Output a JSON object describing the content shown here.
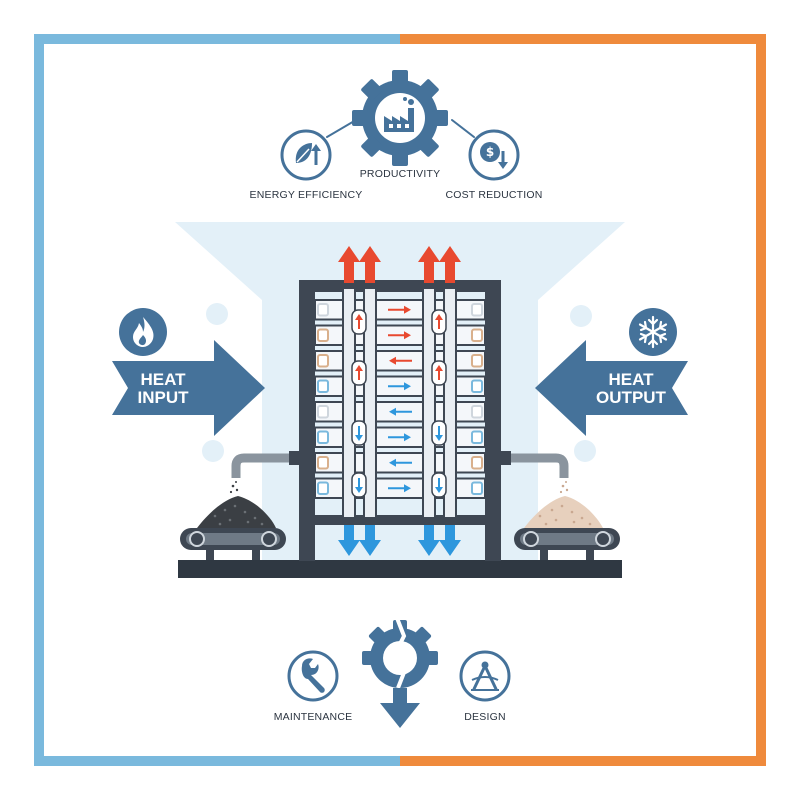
{
  "colors": {
    "left_frame": "#7ab9dd",
    "right_frame": "#ef8a3c",
    "steel_blue": "#45729a",
    "dark_steel": "#3e4753",
    "hot": "#e8492f",
    "cold": "#2e97dd",
    "funnel": "#e3f0f8"
  },
  "top_icons": {
    "energy": {
      "label": "ENERGY EFFICIENCY",
      "icon": "leaf-up-arrow-icon"
    },
    "productivity": {
      "label": "PRODUCTIVITY",
      "icon": "factory-gear-icon"
    },
    "cost": {
      "label": "COST REDUCTION",
      "icon": "dollar-down-arrow-icon"
    }
  },
  "heat_input": {
    "line1": "HEAT",
    "line2": "INPUT",
    "icon": "flame-icon"
  },
  "heat_output": {
    "line1": "HEAT",
    "line2": "OUTPUT",
    "icon": "snowflake-icon"
  },
  "bottom_icons": {
    "maintenance": {
      "label": "MAINTENANCE",
      "icon": "wrench-icon"
    },
    "center": {
      "icon": "broken-gear-down-arrow-icon"
    },
    "design": {
      "label": "DESIGN",
      "icon": "drafting-compass-icon"
    }
  }
}
